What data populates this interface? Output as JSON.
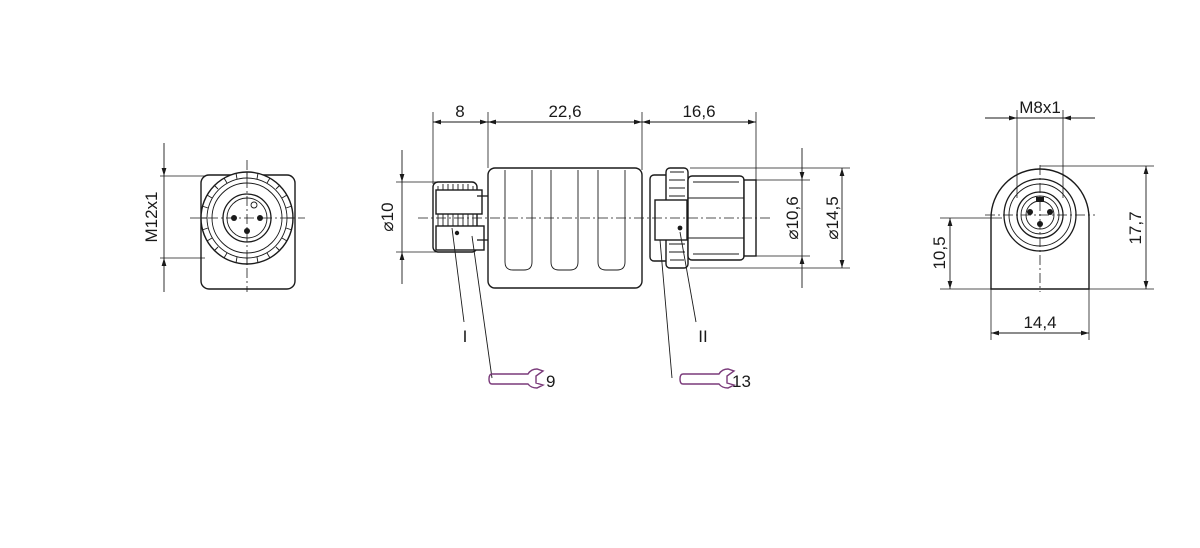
{
  "dimensions": {
    "left_thread": "M12x1",
    "len_a": "8",
    "len_b": "22,6",
    "len_c": "16,6",
    "dia_small": "⌀10",
    "dia_mid": "⌀10,6",
    "dia_large": "⌀14,5",
    "right_thread": "M8x1",
    "right_height_small": "10,5",
    "right_height_total": "17,7",
    "right_width": "14,4"
  },
  "labels": {
    "end_one": "I",
    "end_two": "II"
  },
  "wrench_sizes": {
    "left": "9",
    "right": "13"
  },
  "icons": [
    "wrench-icon"
  ],
  "colors": {
    "line": "#1a1a1a",
    "wrench": "#7a3a7a"
  }
}
